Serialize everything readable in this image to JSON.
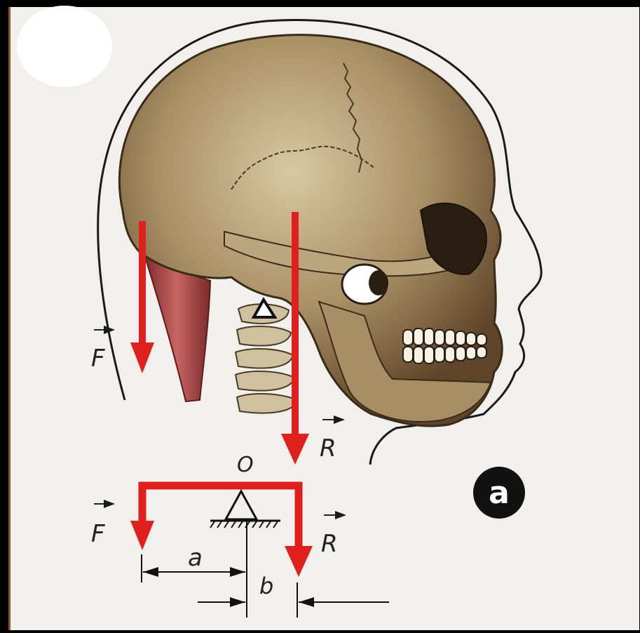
{
  "labels": {
    "force_f_top": "F",
    "force_r_top": "R",
    "pivot": "O",
    "force_f_bottom": "F",
    "force_r_bottom": "R",
    "arm_a": "a",
    "arm_b": "b",
    "badge": "a"
  },
  "colors": {
    "force_arrow": "#e0201c",
    "bone": "#b8a07a",
    "bone_shadow": "#6e5434",
    "muscle": "#b04a4a",
    "outline": "#1a1a1a",
    "paper": "#f1f0ec"
  }
}
